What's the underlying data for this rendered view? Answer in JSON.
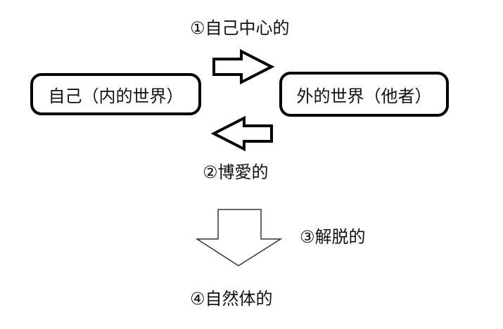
{
  "boxes": {
    "self": "自己（内的世界）",
    "world": "外的世界（他者）"
  },
  "labels": {
    "step1": "①自己中心的",
    "step2": "②博愛的",
    "step3": "③解脱的",
    "step4": "④自然体的"
  },
  "icons": {
    "arrow_right": "arrow-right-icon",
    "arrow_left": "arrow-left-icon",
    "arrow_down": "arrow-down-icon"
  },
  "colors": {
    "stroke": "#000000",
    "text": "#111111",
    "background": "#ffffff"
  }
}
